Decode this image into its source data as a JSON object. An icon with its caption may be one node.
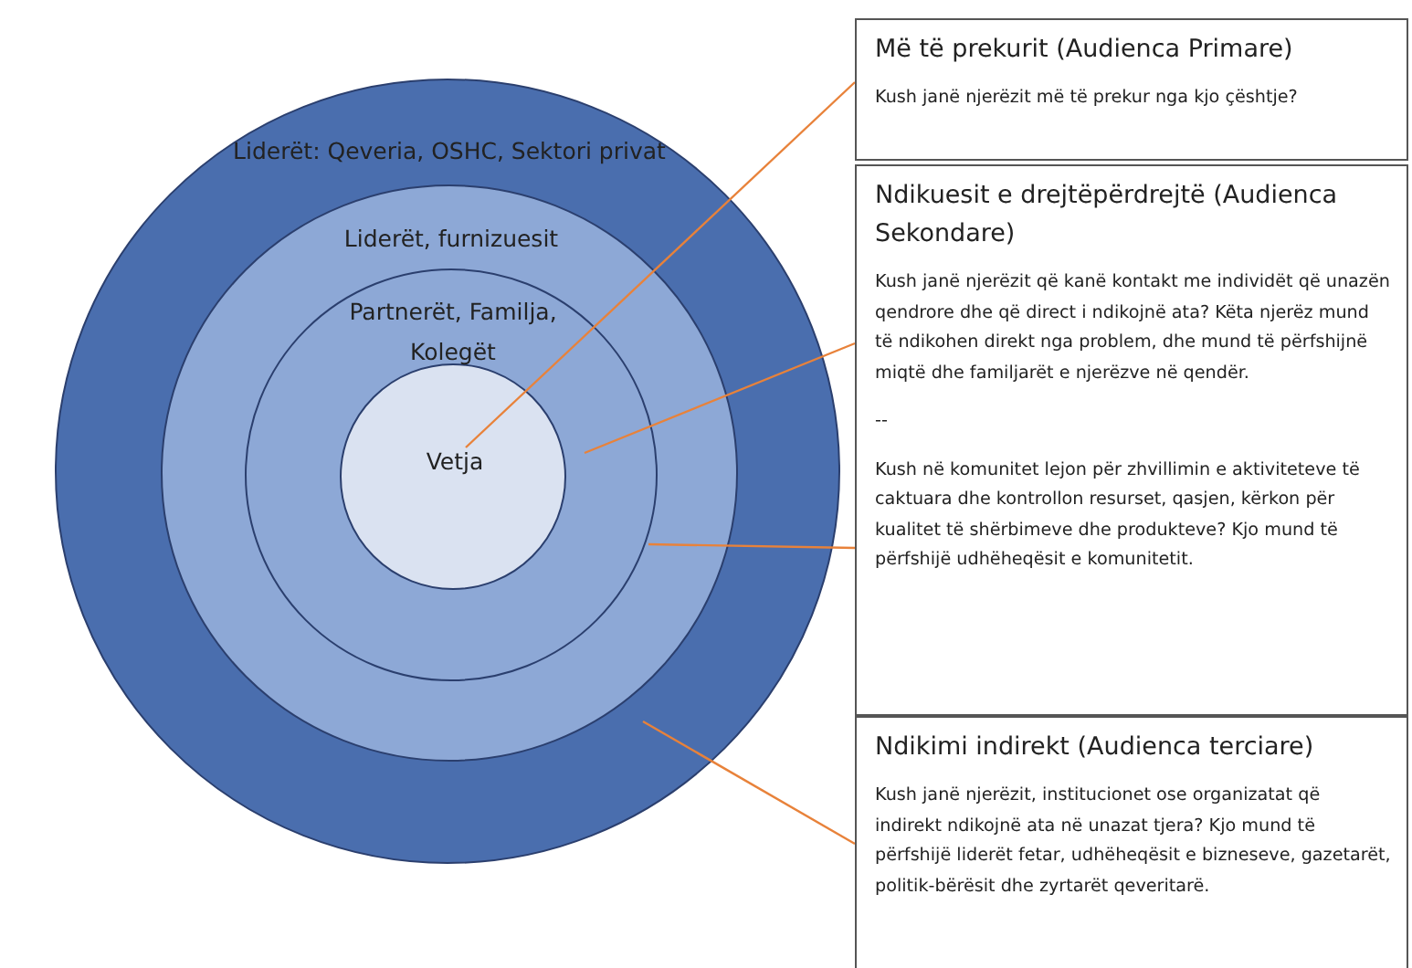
{
  "diagram": {
    "nodes": [
      {
        "text": [
          "Liderët: Qeveria, OSHC, Sektori privat"
        ]
      },
      {
        "text": [
          "Liderët, furnizuesit"
        ],
        "in": 0
      },
      {
        "text": [
          "Partnerët, Familja, Kolegët"
        ],
        "in": 1
      },
      {
        "text": [
          "Vetja"
        ],
        "in": 2
      },
      {
        "text": [
          "Më të prekurit (Audienca Primare)",
          "Kush janë njerëzit më të prekur nga kjo çështje?"
        ]
      },
      {
        "text": [
          "Ndikuesit e drejtëpërdrejtë (Audienca Sekondare)",
          "Kush janë njerëzit që kanë kontakt me individët që unazën qendrore dhe që direct i ndikojnë ata? Këta njerëz mund të ndikohen direkt nga problem, dhe mund të përfshijnë miqtë dhe familjarët e njerëzve në qendër.",
          "--",
          "Kush në komunitet lejon për zhvillimin e aktiviteteve të caktuara dhe kontrollon resurset, qasjen, kërkon për kualitet të shërbimeve dhe produkteve? Kjo mund të përfshijë udhëheqësit e komunitetit."
        ]
      },
      {
        "text": [
          "Ndikimi indirekt (Audienca terciare)",
          "Kush janë njerëzit, institucionet ose organizatat që indirekt ndikojnë ata në unazat tjera? Kjo mund të përfshijë liderët fetar, udhëheqësit e bizneseve, gazetarët, politik-bërësit dhe zyrtarët qeveritarë."
        ]
      }
    ],
    "edges": [
      {
        "from": 4,
        "to": 3,
        "arrow": "none"
      },
      {
        "from": 5,
        "to": 2,
        "arrow": "none"
      },
      {
        "from": 5,
        "to": 1,
        "arrow": "none"
      },
      {
        "from": 6,
        "to": 0,
        "arrow": "none"
      }
    ]
  }
}
